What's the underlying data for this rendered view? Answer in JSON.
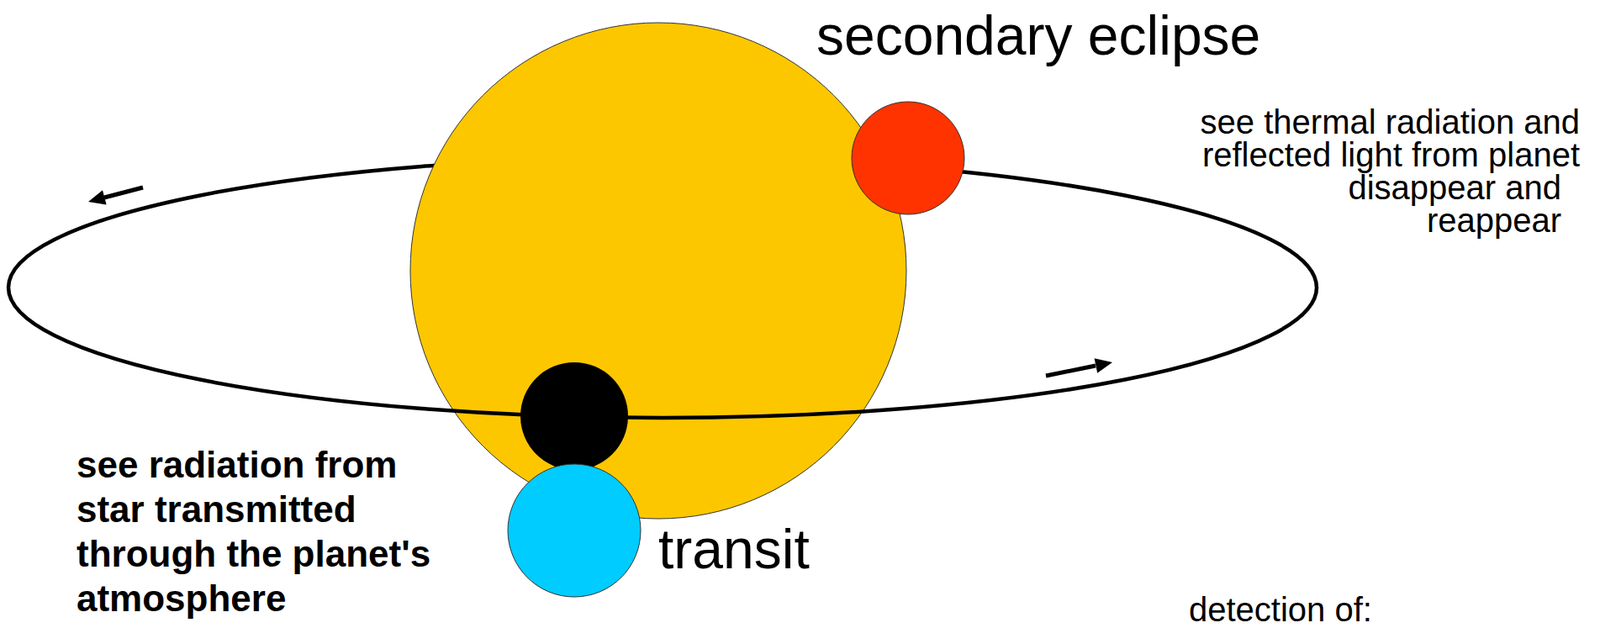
{
  "diagram": {
    "labels": [
      "secondary eclipse",
      "see thermal radiation and reflected light from planet",
      "disappear and reappear",
      "transit",
      "see radiation from star transmitted through the planet's atmosphere",
      "detection of:"
    ]
  }
}
